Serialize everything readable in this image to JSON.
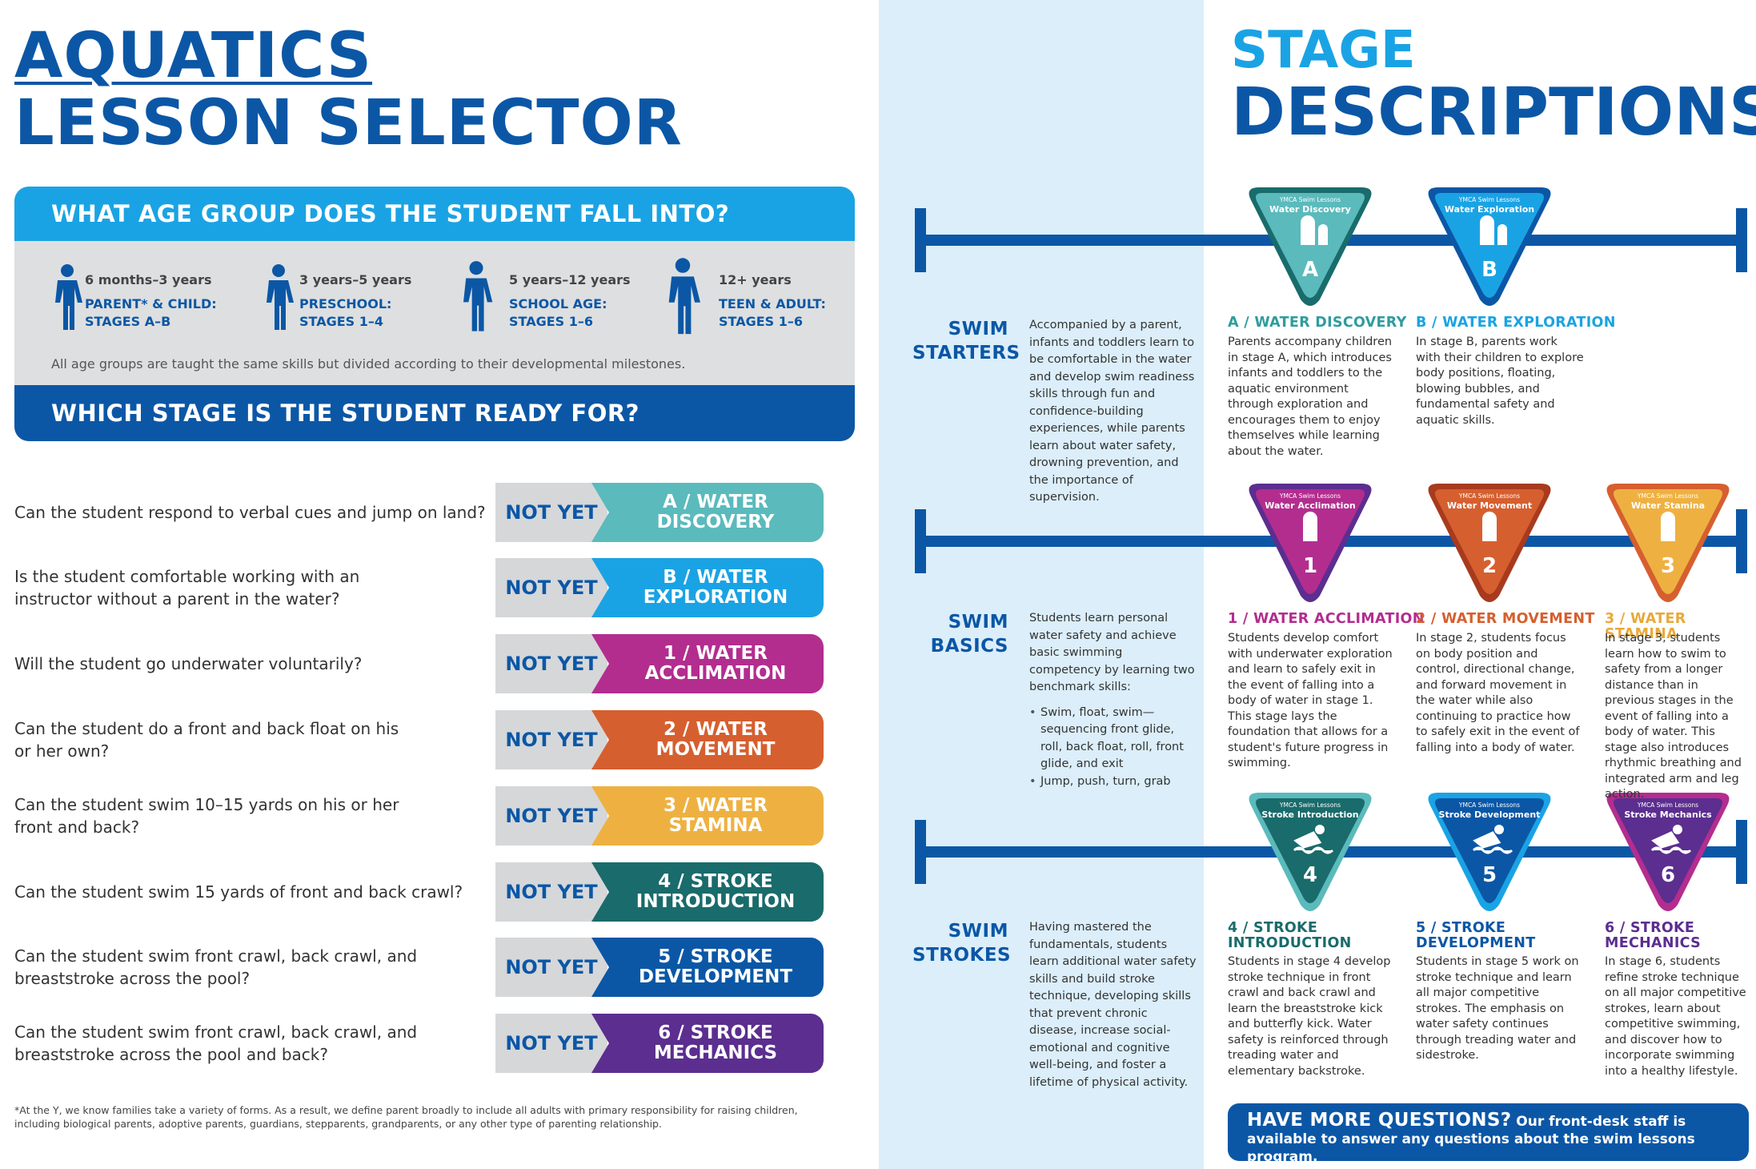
{
  "left": {
    "title_line1": "AQUATICS",
    "title_line2": "LESSON SELECTOR",
    "age_question": "WHAT AGE GROUP DOES THE STUDENT FALL INTO?",
    "age_groups": [
      {
        "range": "6 months–3 years",
        "name_line1": "PARENT* & CHILD:",
        "name_line2": "STAGES A–B"
      },
      {
        "range": "3 years–5 years",
        "name_line1": "PRESCHOOL:",
        "name_line2": "STAGES 1–4"
      },
      {
        "range": "5 years–12 years",
        "name_line1": "SCHOOL AGE:",
        "name_line2": "STAGES 1–6"
      },
      {
        "range": "12+ years",
        "name_line1": "TEEN & ADULT:",
        "name_line2": "STAGES 1–6"
      }
    ],
    "age_note": "All age groups are taught the same skills but divided according to their developmental milestones.",
    "stage_question": "WHICH STAGE IS THE STUDENT READY FOR?",
    "not_yet_label": "NOT YET",
    "questions": [
      {
        "q": "Can the student respond to verbal cues and jump on land?",
        "stage_l1": "A / WATER",
        "stage_l2": "DISCOVERY",
        "color": "#5bbabc"
      },
      {
        "q": "Is the student comfortable working with an instructor without a parent in the water?",
        "stage_l1": "B / WATER",
        "stage_l2": "EXPLORATION",
        "color": "#1aa3e4"
      },
      {
        "q": "Will the student go underwater voluntarily?",
        "stage_l1": "1 / WATER",
        "stage_l2": "ACCLIMATION",
        "color": "#b32d8f"
      },
      {
        "q": "Can the student do a front and back float on his or her own?",
        "stage_l1": "2 / WATER",
        "stage_l2": "MOVEMENT",
        "color": "#d65f2f"
      },
      {
        "q": "Can the student swim 10–15 yards on his or her front and back?",
        "stage_l1": "3 / WATER",
        "stage_l2": "STAMINA",
        "color": "#eeb141"
      },
      {
        "q": "Can the student swim 15 yards of front and back crawl?",
        "stage_l1": "4 / STROKE",
        "stage_l2": "INTRODUCTION",
        "color": "#1a6b6b"
      },
      {
        "q": "Can the student swim front crawl, back crawl, and breaststroke across the pool?",
        "stage_l1": "5 / STROKE",
        "stage_l2": "DEVELOPMENT",
        "color": "#0b57a6"
      },
      {
        "q": "Can the student swim front crawl, back crawl, and breaststroke across the pool and back?",
        "stage_l1": "6 / STROKE",
        "stage_l2": "MECHANICS",
        "color": "#5b2e8f"
      }
    ],
    "footnote": "*At the Y, we know families take a variety of forms. As a result, we define parent broadly to include all adults with primary responsibility for raising children, including biological parents, adoptive parents, guardians, stepparents, grandparents, or any other type of parenting relationship."
  },
  "right": {
    "title_line1": "STAGE",
    "title_line2": "DESCRIPTIONS",
    "badge_small_text": "YMCA Swim Lessons",
    "sections": [
      {
        "label_l1": "SWIM",
        "label_l2": "STARTERS",
        "desc": "Accompanied by a parent, infants and toddlers learn to be comfortable in the water and develop swim readiness skills through fun and confidence-building experiences, while parents learn about water safety, drowning prevention, and the importance of supervision."
      },
      {
        "label_l1": "SWIM",
        "label_l2": "BASICS",
        "desc": "Students learn personal water safety and achieve basic swimming competency by learning two benchmark skills:",
        "bullets": [
          "Swim, float, swim—sequencing front glide, roll, back float, roll, front glide, and exit",
          "Jump, push, turn, grab"
        ]
      },
      {
        "label_l1": "SWIM",
        "label_l2": "STROKES",
        "desc": "Having mastered the fundamentals, students learn additional water safety skills and build stroke technique, developing skills that prevent chronic disease, increase social-emotional and cognitive well-being, and foster a lifetime of physical activity."
      }
    ],
    "stages": [
      {
        "badge_name": "Water Discovery",
        "code": "A",
        "color": "#5bbabc",
        "title_color": "#2f9c9e",
        "title": "A / WATER DISCOVERY",
        "desc": "Parents accompany children in stage A, which introduces infants and toddlers to the aquatic environment through exploration and encourages them to enjoy themselves while learning about the water."
      },
      {
        "badge_name": "Water Exploration",
        "code": "B",
        "color": "#1aa3e4",
        "title_color": "#1aa3e4",
        "title": "B / WATER EXPLORATION",
        "desc": "In stage B, parents work with their children to explore body positions, floating, blowing bubbles, and fundamental safety and aquatic skills."
      },
      {
        "badge_name": "Water Acclimation",
        "code": "1",
        "color": "#b32d8f",
        "title_color": "#b32d8f",
        "title": "1 / WATER ACCLIMATION",
        "desc": "Students develop comfort with underwater exploration and learn to safely exit in the event of falling into a body of water in stage 1. This stage lays the foundation that allows for a student's future progress in swimming."
      },
      {
        "badge_name": "Water Movement",
        "code": "2",
        "color": "#d65f2f",
        "title_color": "#d65f2f",
        "title": "2 / WATER MOVEMENT",
        "desc": "In stage 2, students focus on body position and control, directional change, and forward movement in the water while also continuing to practice how to safely exit in the event of falling into a body of water."
      },
      {
        "badge_name": "Water Stamina",
        "code": "3",
        "color": "#eeb141",
        "title_color": "#e8a93a",
        "title": "3 / WATER STAMINA",
        "desc": "In stage 3, students learn how to swim to safety from a longer distance than in previous stages in the event of falling into a body of water. This stage also introduces rhythmic breathing and integrated arm and leg action."
      },
      {
        "badge_name": "Stroke Introduction",
        "code": "4",
        "color": "#1a6b6b",
        "title_color": "#1a6b6b",
        "title": "4 / STROKE",
        "title2": "INTRODUCTION",
        "desc": "Students in stage 4 develop stroke technique in front crawl and back crawl and learn the breaststroke kick and butterfly kick. Water safety is reinforced through treading water and elementary backstroke."
      },
      {
        "badge_name": "Stroke Development",
        "code": "5",
        "color": "#0b57a6",
        "title_color": "#0b57a6",
        "title": "5 / STROKE",
        "title2": "DEVELOPMENT",
        "desc": "Students in stage 5 work on stroke technique and learn all major competitive strokes. The emphasis on water safety continues through treading water and sidestroke."
      },
      {
        "badge_name": "Stroke Mechanics",
        "code": "6",
        "color": "#5b2e8f",
        "title_color": "#5b2e8f",
        "title": "6 / STROKE",
        "title2": "MECHANICS",
        "desc": "In stage 6, students refine stroke technique on all major competitive strokes, learn about competitive swimming, and discover how to incorporate swimming into a healthy lifestyle."
      }
    ],
    "questions_head": "HAVE MORE QUESTIONS?",
    "questions_text": "Our front-desk staff is available to answer any questions about the swim lessons program."
  }
}
